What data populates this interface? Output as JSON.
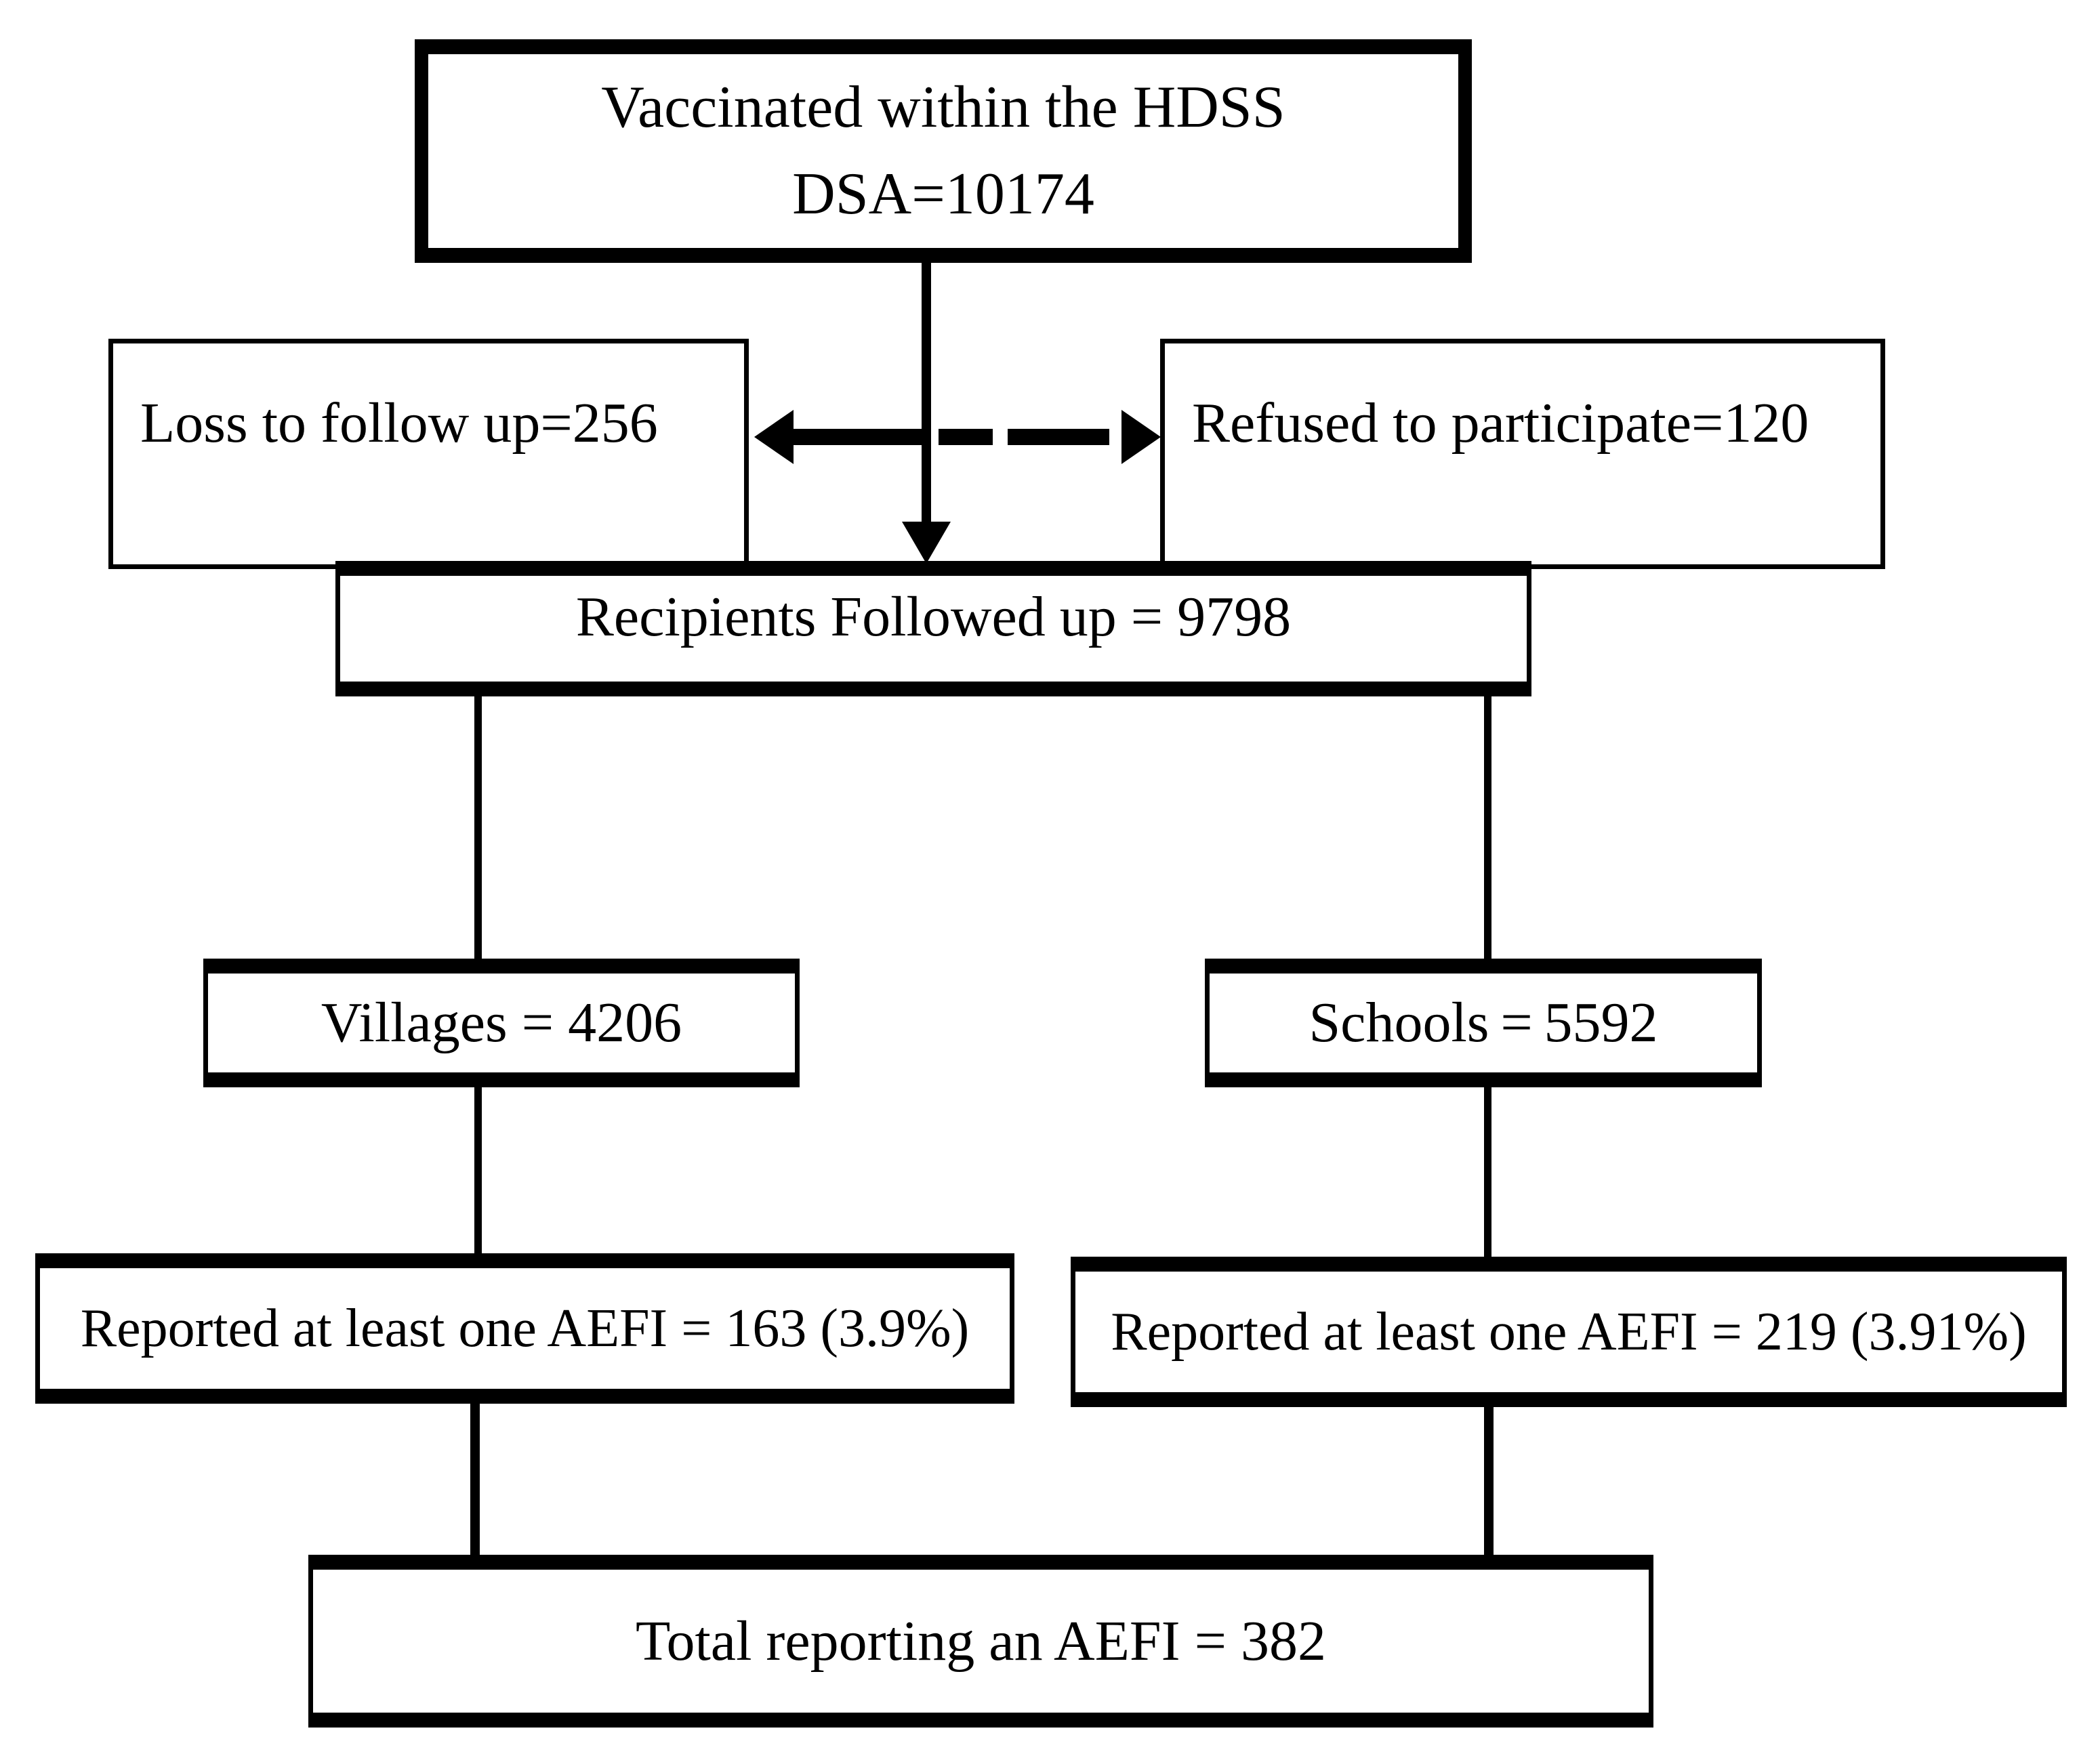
{
  "figure": {
    "type": "flowchart",
    "orientation": "top-down",
    "background_color": "#ffffff",
    "line_color": "#000000",
    "text_color": "#000000"
  },
  "nodes": {
    "vaccinated": {
      "id": "vaccinated",
      "line1": "Vaccinated within the HDSS",
      "line2": "DSA=10174",
      "value": 10174
    },
    "loss_to_follow_up": {
      "id": "loss-to-follow-up",
      "label": "Loss to follow up=256",
      "value": 256
    },
    "refused": {
      "id": "refused-to-participate",
      "label": "Refused to participate=120",
      "value": 120
    },
    "recipients": {
      "id": "recipients-followed-up",
      "label": "Recipients Followed up = 9798",
      "value": 9798
    },
    "villages": {
      "id": "villages",
      "label": "Villages = 4206",
      "value": 4206
    },
    "schools": {
      "id": "schools",
      "label": "Schools = 5592",
      "value": 5592
    },
    "aefi_villages": {
      "id": "aefi-villages",
      "label": "Reported at least one AEFI = 163 (3.9%)",
      "value": 163,
      "percent": "3.9%"
    },
    "aefi_schools": {
      "id": "aefi-schools",
      "label": "Reported at least one AEFI = 219 (3.91%)",
      "value": 219,
      "percent": "3.91%"
    },
    "total": {
      "id": "total-reporting-aefi",
      "label": "Total reporting an AEFI = 382",
      "value": 382
    }
  },
  "edges": [
    {
      "from": "vaccinated",
      "to": "recipients",
      "style": "solid",
      "arrow": "down"
    },
    {
      "from": "recipients",
      "to": "loss_to_follow_up",
      "style": "dashed",
      "arrow": "left"
    },
    {
      "from": "recipients",
      "to": "refused",
      "style": "dashed",
      "arrow": "right"
    },
    {
      "from": "recipients",
      "to": "villages",
      "style": "solid",
      "arrow": "none"
    },
    {
      "from": "recipients",
      "to": "schools",
      "style": "solid",
      "arrow": "none"
    },
    {
      "from": "villages",
      "to": "aefi_villages",
      "style": "solid",
      "arrow": "none"
    },
    {
      "from": "schools",
      "to": "aefi_schools",
      "style": "solid",
      "arrow": "none"
    },
    {
      "from": "aefi_villages",
      "to": "total",
      "style": "solid",
      "arrow": "none"
    },
    {
      "from": "aefi_schools",
      "to": "total",
      "style": "solid",
      "arrow": "none"
    }
  ]
}
